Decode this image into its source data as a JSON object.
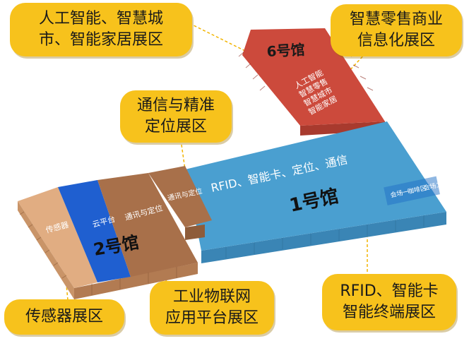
{
  "colors": {
    "hall1_top": "#4a9fd0",
    "hall1_side": "#3a85b5",
    "hall6_top": "#cc4a3c",
    "hall6_side": "#a83a2e",
    "hall2_blue": "#1f5fd0",
    "hall2_beige": "#e1ad82",
    "hall2_brown": "#a8704a",
    "callout_bg": "#f7c21c",
    "leader_line": "#f2b400"
  },
  "halls": {
    "hall6": {
      "name": "6号馆",
      "lines": [
        "人工智能",
        "智慧零售",
        "智慧城市",
        "智能家居"
      ]
    },
    "hall1": {
      "name": "1号馆",
      "zone_label": "RFID、智能卡、定位、通信",
      "meeting_rooms": [
        "会场一",
        "咖啡区",
        "会场二"
      ]
    },
    "hall2": {
      "name": "2号馆",
      "zones": [
        "传感器",
        "云平台",
        "通讯与定位"
      ]
    },
    "annex": {
      "label": "通讯与定位"
    }
  },
  "callouts": [
    {
      "id": "ai-city-home",
      "lines": [
        "人工智能、智慧城",
        "市、智能家居展区"
      ]
    },
    {
      "id": "retail",
      "lines": [
        "智慧零售商业",
        "信息化展区"
      ]
    },
    {
      "id": "comm-positioning",
      "lines": [
        "通信与精准",
        "定位展区"
      ]
    },
    {
      "id": "sensor",
      "lines": [
        "传感器展区"
      ]
    },
    {
      "id": "iot-cloud",
      "lines": [
        "工业物联网",
        "应用平台展区"
      ]
    },
    {
      "id": "rfid-card",
      "lines": [
        "RFID、智能卡",
        "智能终端展区"
      ]
    }
  ]
}
